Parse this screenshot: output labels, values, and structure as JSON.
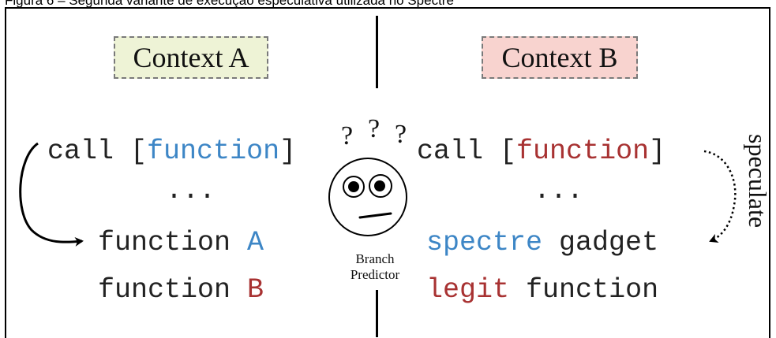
{
  "figure": {
    "caption": "Figura 6 – Segunda variante de execução especulativa utilizada no Spectre"
  },
  "left": {
    "context_label": "Context A",
    "call_text": "call",
    "bracket_open": "[",
    "function_token": "function",
    "bracket_close": "]",
    "ellipsis": "...",
    "function_a_word": "function",
    "function_a_letter": "A",
    "function_b_word": "function",
    "function_b_letter": "B"
  },
  "right": {
    "context_label": "Context B",
    "call_text": "call",
    "bracket_open": "[",
    "function_token": "function",
    "bracket_close": "]",
    "ellipsis": "...",
    "spectre_word": "spectre",
    "gadget_word": "gadget",
    "legit_word": "legit",
    "legit_function_word": "function",
    "speculate_label": "speculate"
  },
  "center": {
    "question_marks": [
      "?",
      "?",
      "?"
    ],
    "predictor_line1": "Branch",
    "predictor_line2": "Predictor"
  },
  "colors": {
    "context_a_fill": "#eef3d6",
    "context_b_fill": "#f8d3cf",
    "blue_token": "#3d86c6",
    "red_token": "#a83232"
  }
}
